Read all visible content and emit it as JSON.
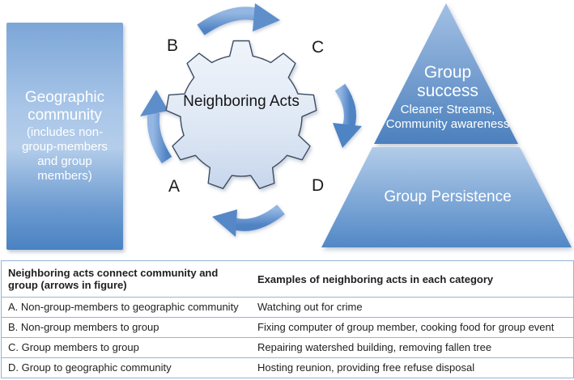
{
  "figure": {
    "left_box": {
      "title": "Geographic community",
      "subtitle": "(includes non-group-members and group members)"
    },
    "gear": {
      "label": "Neighboring Acts"
    },
    "letters": {
      "a": "A",
      "b": "B",
      "c": "C",
      "d": "D"
    },
    "pyramid": {
      "top_title": "Group success",
      "top_subtitle": "Cleaner Streams, Community awareness",
      "bottom_label": "Group Persistence"
    },
    "cycle_arrows": [
      "top-clockwise",
      "right-downward",
      "bottom-leftward",
      "left-upward"
    ]
  },
  "table": {
    "headers": [
      "Neighboring acts connect community and group (arrows in figure)",
      "Examples of neighboring acts in each category"
    ],
    "rows": [
      {
        "category": "A. Non-group-members to geographic community",
        "example": "Watching out for crime"
      },
      {
        "category": "B. Non-group members to group",
        "example": "Fixing computer of group member, cooking food for group event"
      },
      {
        "category": "C. Group members to group",
        "example": "Repairing watershed building, removing fallen tree"
      },
      {
        "category": "D. Group to geographic community",
        "example": "Hosting reunion, providing free refuse disposal"
      }
    ]
  },
  "colors": {
    "arrow_blue": "#6b9ad2",
    "box_blue_dark": "#4a82c2",
    "box_blue_light": "#b4cdea",
    "gear_fill_light": "#eef2f9",
    "gear_fill_dark": "#c9d8ed",
    "gear_outline": "#3d4c62",
    "pyramid_top_dark": "#4c80bd",
    "pyramid_bottom_light": "#b0cbe9",
    "table_border": "#95b3d7",
    "text_dark": "#1c1c1c",
    "text_white": "#ffffff"
  }
}
